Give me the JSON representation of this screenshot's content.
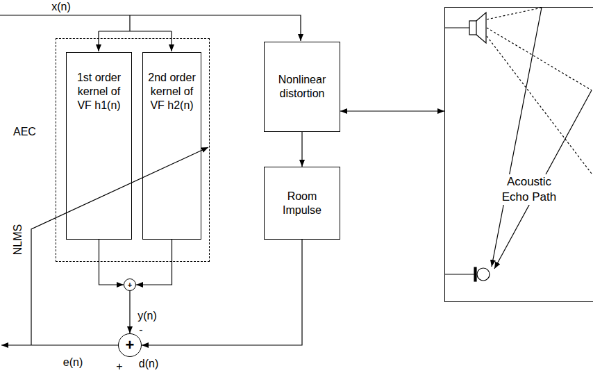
{
  "diagram": {
    "nodes": [
      {
        "text": [
          "AEC"
        ]
      },
      {
        "text": [
          "1st order kernel of VF h1(n)"
        ],
        "in": 0
      },
      {
        "text": [
          "2nd order kernel of VF h2(n)"
        ],
        "in": 0
      },
      {
        "text": [
          "Nonlinear distortion"
        ]
      },
      {
        "text": [
          "Room Impulse"
        ]
      },
      {
        "text": [
          "Acoustic Echo Path"
        ]
      },
      {
        "text": [
          "+"
        ]
      },
      {
        "text": [
          "+"
        ]
      }
    ],
    "edges": [
      {
        "from": 1,
        "to": 6,
        "arrow": "to"
      },
      {
        "from": 2,
        "to": 6,
        "arrow": "to"
      },
      {
        "from": 6,
        "to": 7,
        "arrow": "to"
      },
      {
        "from": 3,
        "to": 4,
        "arrow": "to"
      },
      {
        "from": 4,
        "to": 7,
        "arrow": "to"
      },
      {
        "from": 3,
        "to": 5,
        "arrow": "both"
      }
    ],
    "labels": [
      "x(n)",
      "y(n)",
      "-",
      "e(n)",
      "+",
      "d(n)",
      "NLMS"
    ]
  }
}
